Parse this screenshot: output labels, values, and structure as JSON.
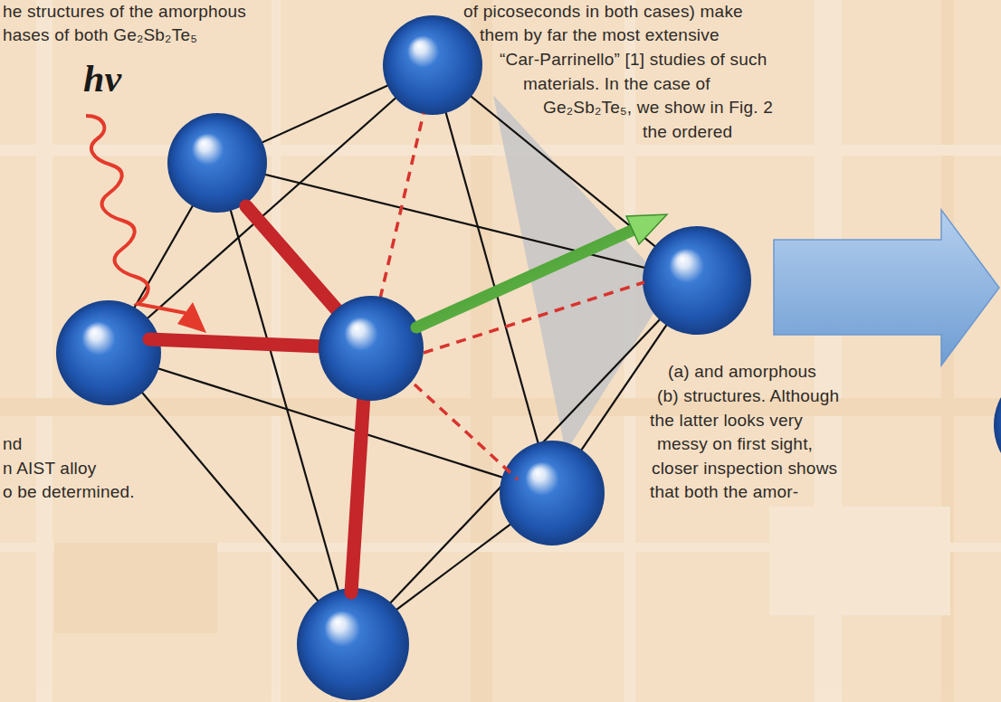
{
  "diagram": {
    "labels": [
      "he structures of the amorphous",
      "hases of both Ge₂Sb₂Te₅",
      "hv",
      "of picoseconds in both cases) make",
      "them by far the most extensive",
      "“Car-Parrinello” [1] studies of such",
      "materials. In the case of",
      "Ge₂Sb₂Te₅, we show in Fig. 2",
      "the ordered",
      "(a) and amorphous",
      "(b) structures. Although",
      "the latter looks very",
      "messy on first sight,",
      "closer inspection shows",
      "that both the amor-",
      "nd",
      "n AIST alloy",
      "o be determined."
    ]
  }
}
